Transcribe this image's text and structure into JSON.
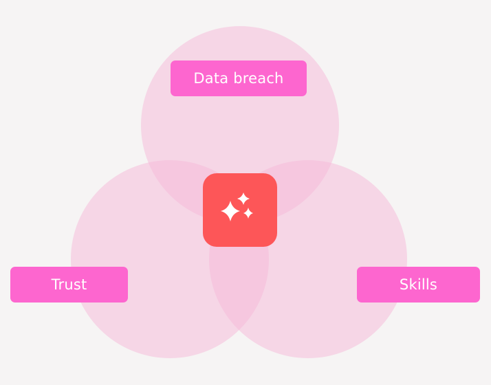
{
  "diagram": {
    "labels": {
      "top": "Data breach",
      "left": "Trust",
      "right": "Skills"
    },
    "center_icon": "sparkles-icon"
  },
  "colors": {
    "background": "#f6f4f4",
    "circle_fill": "#f6b8d8",
    "tag_fill": "#fd66cf",
    "center_fill": "#fd5658",
    "icon_color": "#ffffff"
  }
}
